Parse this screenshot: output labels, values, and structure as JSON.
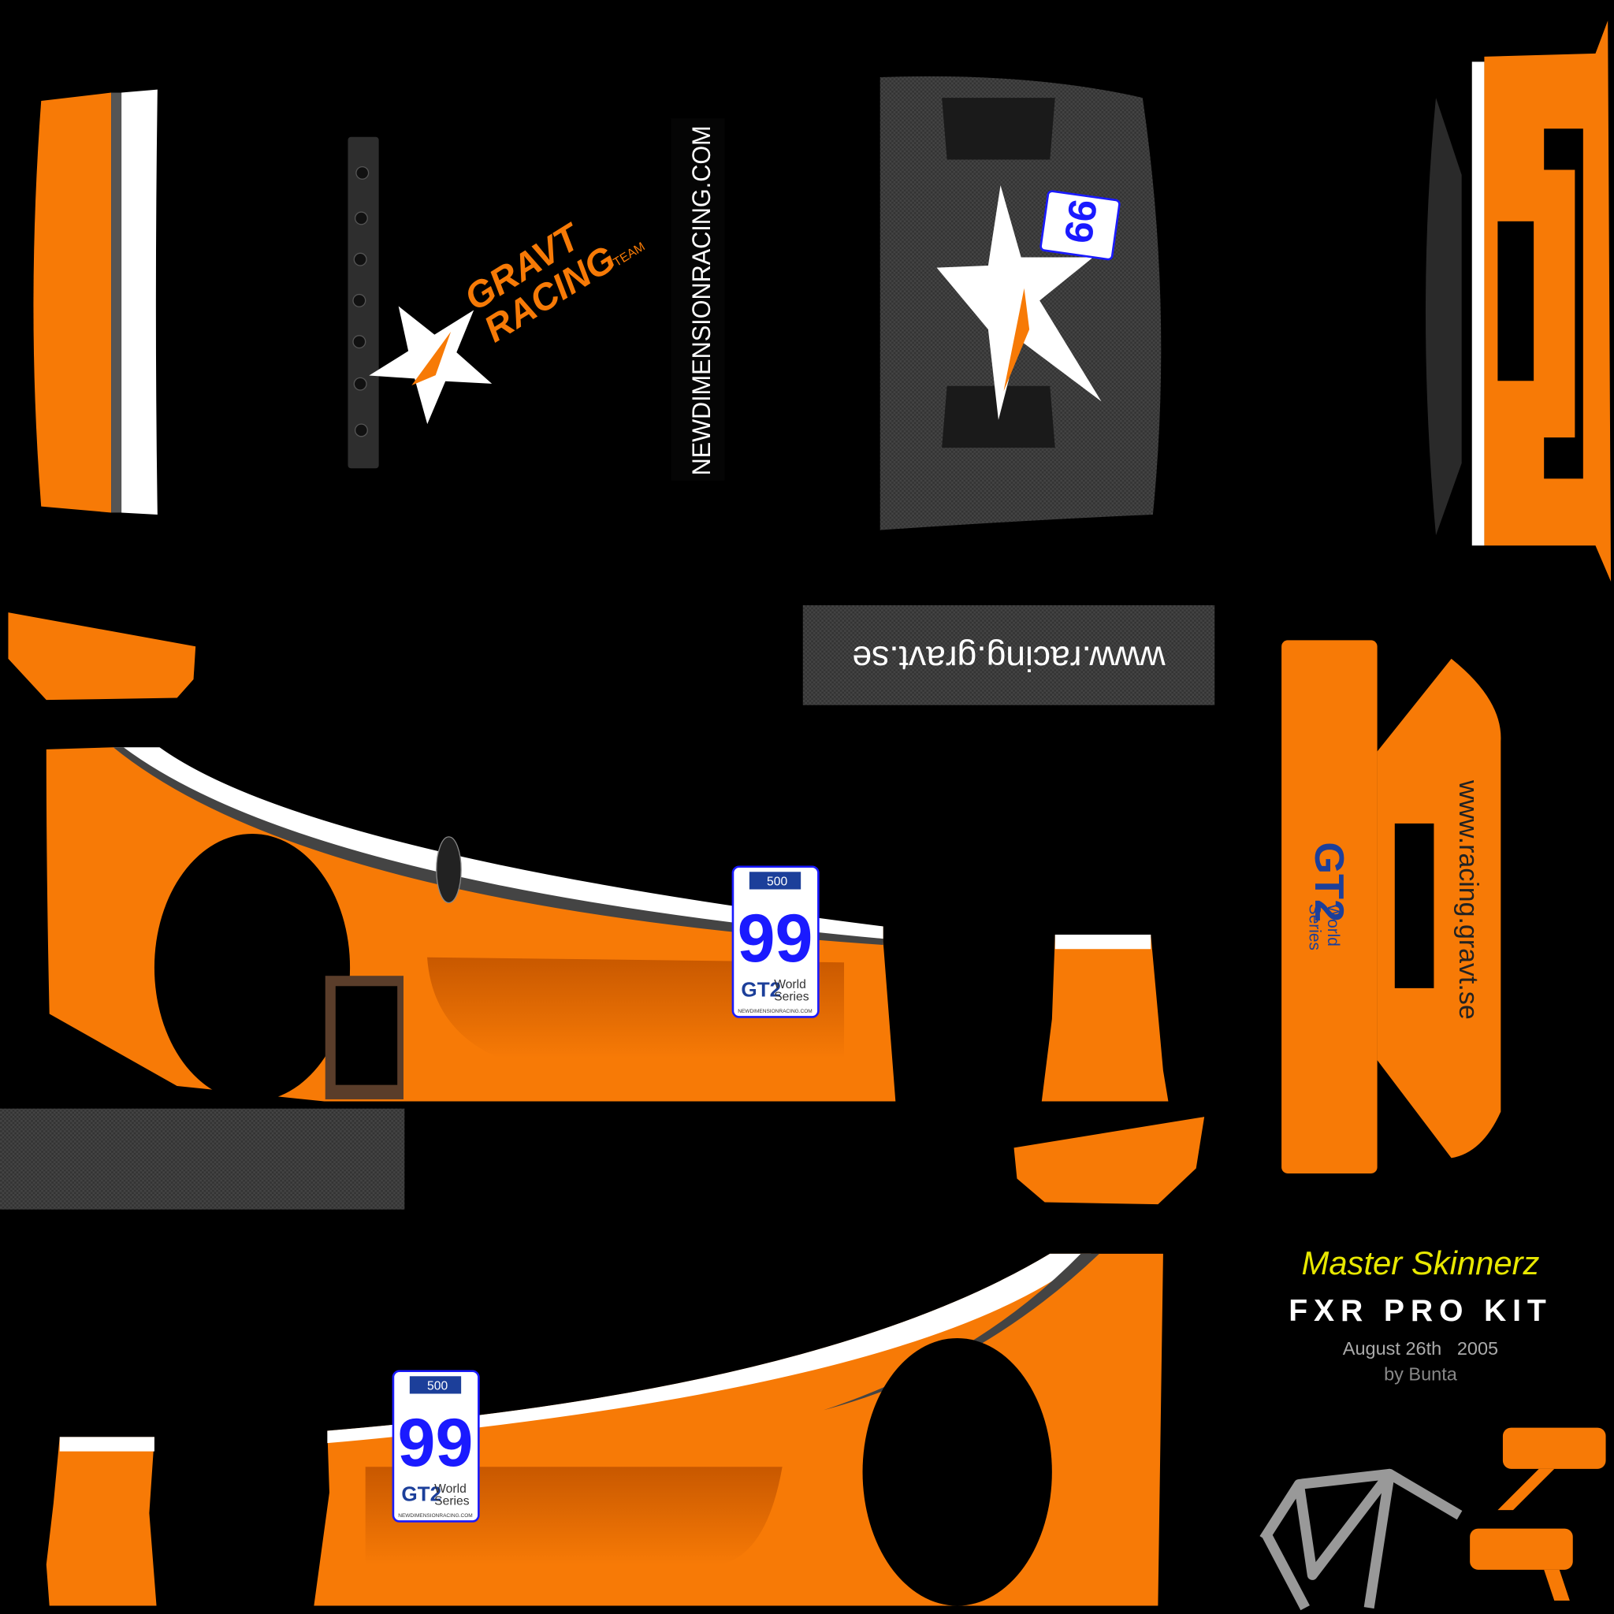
{
  "logo": {
    "line1": "GRAVT",
    "line2": "RACING",
    "line3": "TEAM"
  },
  "sponsor_vertical": "NEWDIMENSIONRACING.COM",
  "banner_url": "www.racing.gravt.se",
  "wing_url": "www.racing.gravt.se",
  "number_plate": {
    "top": "500",
    "number": "99",
    "series_mark": "GT2",
    "series_line1": "World",
    "series_line2": "Series",
    "footer": "NEWDIMENSIONRACING.COM"
  },
  "credits": {
    "studio": "Master Skinnerz",
    "title": "FXR PRO KIT",
    "date": "August 26th   2005",
    "author": "by Bunta"
  },
  "colors": {
    "orange": "#f77a06",
    "carbon": "#3a3a3a",
    "plate_blue": "#1a1aff",
    "credit_yellow": "#e8e800"
  }
}
